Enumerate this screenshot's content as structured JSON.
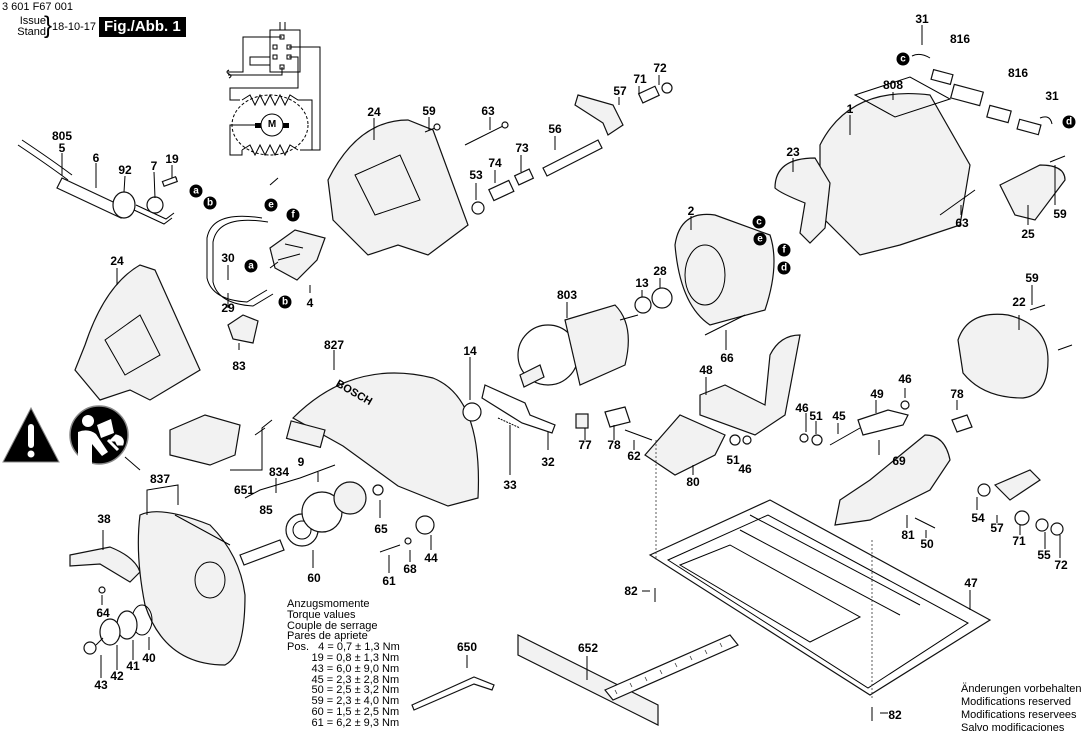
{
  "header": {
    "doc_number": "3 601 F67 001",
    "issue_label": "Issue",
    "stand_label": "Stand",
    "issue_date": "18-10-17",
    "figure_label": "Fig./Abb. 1"
  },
  "icons": {
    "warning": "warning-triangle-icon",
    "manual": "read-manual-icon",
    "motor": "motor-M-symbol"
  },
  "motor_symbol": "M",
  "brand_text": "BOSCH",
  "parts": {
    "p805": "805",
    "p5": "5",
    "p6": "6",
    "p92": "92",
    "p7": "7",
    "p19": "19",
    "p24a": "24",
    "p24b": "24",
    "p59a": "59",
    "p63a": "63",
    "p53": "53",
    "p74": "74",
    "p73": "73",
    "p56": "56",
    "p57a": "57",
    "p71a": "71",
    "p72a": "72",
    "p30": "30",
    "p29": "29",
    "p4": "4",
    "p83": "83",
    "p31a": "31",
    "p816a": "816",
    "p808": "808",
    "p816b": "816",
    "p31b": "31",
    "p1": "1",
    "p23": "23",
    "p63b": "63",
    "p59b": "59",
    "p25": "25",
    "p2": "2",
    "p13": "13",
    "p28": "28",
    "p803": "803",
    "p66": "66",
    "p22": "22",
    "p59c": "59",
    "p827": "827",
    "p14": "14",
    "p32": "32",
    "p33": "33",
    "p77": "77",
    "p78a": "78",
    "p62": "62",
    "p48": "48",
    "p80": "80",
    "p51a": "51",
    "p46a": "46",
    "p46b": "46",
    "p51b": "51",
    "p45": "45",
    "p49": "49",
    "p46c": "46",
    "p69": "69",
    "p78b": "78",
    "p54": "54",
    "p57b": "57",
    "p71b": "71",
    "p55": "55",
    "p72b": "72",
    "p81": "81",
    "p50": "50",
    "p47": "47",
    "p651": "651",
    "p9": "9",
    "p834": "834",
    "p85": "85",
    "p65": "65",
    "p44": "44",
    "p68": "68",
    "p61": "61",
    "p60": "60",
    "p837": "837",
    "p38": "38",
    "p64": "64",
    "p40": "40",
    "p41": "41",
    "p42": "42",
    "p43": "43",
    "p82a": "82",
    "p82b": "82",
    "p650": "650",
    "p652": "652"
  },
  "connectors": {
    "a1": "a",
    "b1": "b",
    "e1": "e",
    "f1": "f",
    "a2": "a",
    "b2": "b",
    "c1": "c",
    "d1": "d",
    "c2": "c",
    "e2": "e",
    "f2": "f",
    "d2": "d"
  },
  "torque": {
    "title_de": "Anzugsmomente",
    "title_en": "Torque values",
    "title_fr": "Couple de serrage",
    "title_es": "Pares de apriete",
    "rows": [
      "Pos.   4 = 0,7 ± 1,3 Nm",
      "        19 = 0,8 ± 1,3 Nm",
      "        43 = 6,0 ± 9,0 Nm",
      "        45 = 2,3 ± 2,8 Nm",
      "        50 = 2,5 ± 3,2 Nm",
      "        59 = 2,3 ± 4,0 Nm",
      "        60 = 1,5 ± 2,5 Nm",
      "        61 = 6,2 ± 9,3 Nm"
    ]
  },
  "notes": [
    "Änderungen vorbehalten",
    "Modifications reserved",
    "Modifications reservees",
    "Salvo modificaciones"
  ]
}
